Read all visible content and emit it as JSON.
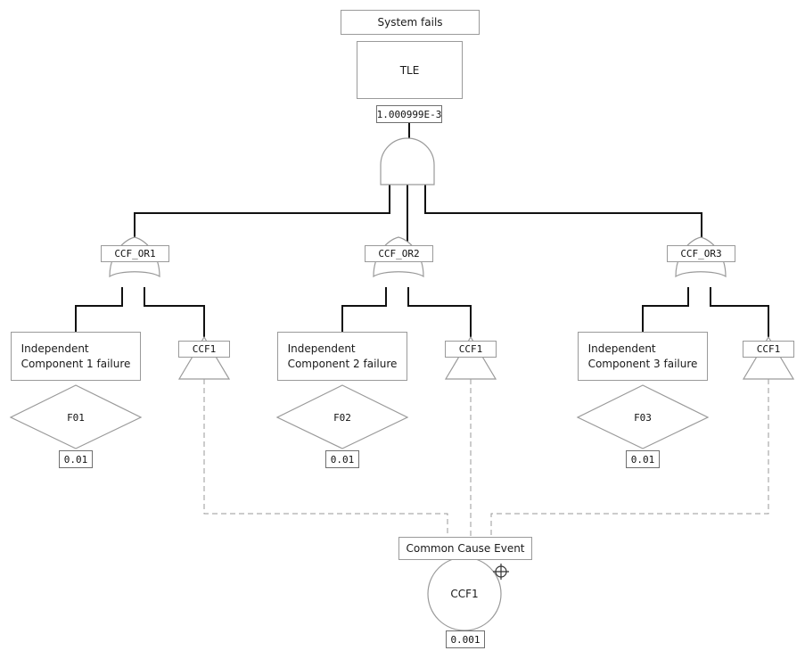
{
  "diagram": {
    "type": "fault-tree",
    "title": "System fails",
    "colors": {
      "outline": "#9a9a9a",
      "connector": "#111111",
      "dashed_connector": "#9a9a9a",
      "text": "#1a1a1a",
      "background": "#ffffff"
    }
  },
  "top": {
    "title_label": "System fails",
    "tle_label": "TLE",
    "tle_value": "1.000999E-3",
    "gate_type": "and-gate"
  },
  "branches": [
    {
      "gate_label": "CCF_OR1",
      "gate_type": "or-gate",
      "component": {
        "description": "Independent\nComponent 1 failure",
        "basic_event_label": "F01",
        "basic_event_value": "0.01",
        "shape": "diamond"
      },
      "transfer": {
        "label": "CCF1",
        "shape": "transfer-triangle"
      }
    },
    {
      "gate_label": "CCF_OR2",
      "gate_type": "or-gate",
      "component": {
        "description": "Independent\nComponent 2 failure",
        "basic_event_label": "F02",
        "basic_event_value": "0.01",
        "shape": "diamond"
      },
      "transfer": {
        "label": "CCF1",
        "shape": "transfer-triangle"
      }
    },
    {
      "gate_label": "CCF_OR3",
      "gate_type": "or-gate",
      "component": {
        "description": "Independent\nComponent 3 failure",
        "basic_event_label": "F03",
        "basic_event_value": "0.01",
        "shape": "diamond"
      },
      "transfer": {
        "label": "CCF1",
        "shape": "transfer-triangle"
      }
    }
  ],
  "common_cause": {
    "title_label": "Common Cause Event",
    "event_label": "CCF1",
    "event_value": "0.001",
    "shape": "circle",
    "marker_icon": "crosshair-icon"
  }
}
